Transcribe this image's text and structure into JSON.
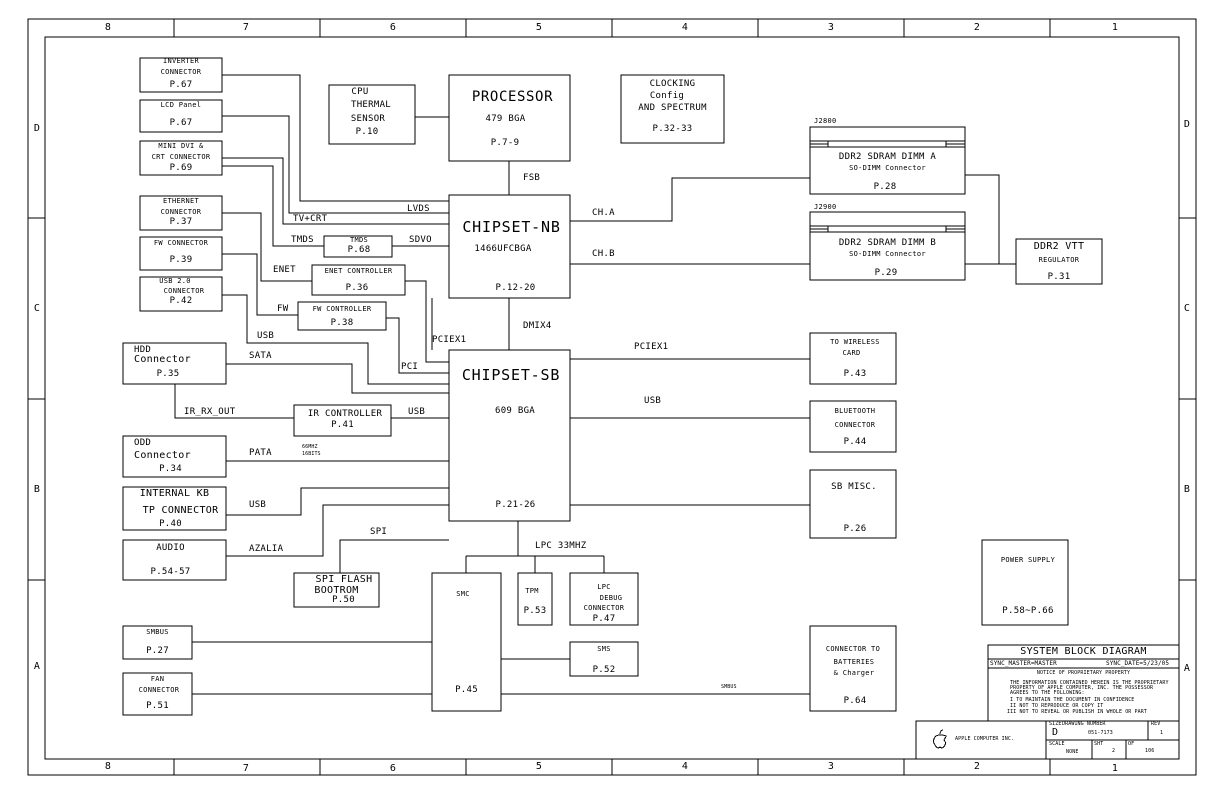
{
  "frame": {
    "cols_top": [
      "8",
      "7",
      "6",
      "5",
      "4",
      "3",
      "2",
      "1"
    ],
    "cols_bottom": [
      "8",
      "7",
      "6",
      "5",
      "4",
      "3",
      "2",
      "1"
    ],
    "rows": [
      "D",
      "C",
      "B",
      "A"
    ]
  },
  "blocks": {
    "inverter": {
      "l1": "INVERTER",
      "l2": "CONNECTOR",
      "page": "P.67"
    },
    "lcd": {
      "l1": "LCD Panel",
      "page": "P.67"
    },
    "minidvi": {
      "l1": "MINI DVI &",
      "l2": "CRT CONNECTOR",
      "page": "P.69"
    },
    "ethernet": {
      "l1": "ETHERNET",
      "l2": "CONNECTOR",
      "page": "P.37"
    },
    "fw": {
      "l1": "FW CONNECTOR",
      "page": "P.39"
    },
    "usb2": {
      "l1": "USB 2.0",
      "l2": "CONNECTOR",
      "page": "P.42"
    },
    "hdd": {
      "l1": "HDD",
      "l2": "Connector",
      "page": "P.35"
    },
    "odd": {
      "l1": "ODD",
      "l2": "Connector",
      "page": "P.34"
    },
    "kb": {
      "l1": "INTERNAL KB",
      "l2": "TP CONNECTOR",
      "page": "P.40"
    },
    "audio": {
      "l1": "AUDIO",
      "page": "P.54-57"
    },
    "smbus": {
      "l1": "SMBUS",
      "page": "P.27"
    },
    "fan": {
      "l1": "FAN",
      "l2": "CONNECTOR",
      "page": "P.51"
    },
    "cpu_thermal": {
      "l1": "CPU",
      "l2": "THERMAL",
      "l3": "SENSOR",
      "page": "P.10"
    },
    "processor": {
      "l1": "PROCESSOR",
      "l2": "479 BGA",
      "page": "P.7-9"
    },
    "clocking": {
      "l1": "CLOCKING",
      "l2": "Config",
      "l3": "AND SPECTRUM",
      "page": "P.32-33"
    },
    "nb": {
      "l1": "CHIPSET-NB",
      "l2": "1466UFCBGA",
      "page": "P.12-20"
    },
    "sb": {
      "l1": "CHIPSET-SB",
      "l2": "609 BGA",
      "page": "P.21-26"
    },
    "tmds": {
      "l1": "TMDS",
      "page": "P.68"
    },
    "enet_ctrl": {
      "l1": "ENET CONTROLLER",
      "page": "P.36"
    },
    "fw_ctrl": {
      "l1": "FW CONTROLLER",
      "page": "P.38"
    },
    "ir_ctrl": {
      "l1": "IR CONTROLLER",
      "page": "P.41"
    },
    "spi_flash": {
      "l1": "SPI FLASH",
      "l2": "BOOTROM",
      "page": "P.50"
    },
    "smc": {
      "l1": "SMC",
      "page": "P.45"
    },
    "tpm": {
      "l1": "TPM",
      "page": "P.53"
    },
    "lpc_debug": {
      "l1": "LPC",
      "l2": "DEBUG",
      "l3": "CONNECTOR",
      "page": "P.47"
    },
    "sms": {
      "l1": "SMS",
      "page": "P.52"
    },
    "dimm_a": {
      "ref": "J2800",
      "l1": "DDR2 SDRAM DIMM A",
      "l2": "SO-DIMM Connector",
      "page": "P.28"
    },
    "dimm_b": {
      "ref": "J2900",
      "l1": "DDR2 SDRAM DIMM B",
      "l2": "SO-DIMM Connector",
      "page": "P.29"
    },
    "vtt": {
      "l1": "DDR2 VTT",
      "l2": "REGULATOR",
      "page": "P.31"
    },
    "wireless": {
      "l1": "TO WIRELESS",
      "l2": "CARD",
      "page": "P.43"
    },
    "bluetooth": {
      "l1": "BLUETOOTH",
      "l2": "CONNECTOR",
      "page": "P.44"
    },
    "sbmisc": {
      "l1": "SB MISC.",
      "page": "P.26"
    },
    "batteries": {
      "l1": "CONNECTOR TO",
      "l2": "BATTERIES",
      "l3": "& Charger",
      "page": "P.64"
    },
    "power": {
      "l1": "POWER SUPPLY",
      "page": "P.58~P.66"
    }
  },
  "signals": {
    "fsb": "FSB",
    "lvds": "LVDS",
    "tvcrt": "TV+CRT",
    "tmds": "TMDS",
    "sdvo": "SDVO",
    "enet": "ENET",
    "fw": "FW",
    "usb_top": "USB",
    "cha": "CH.A",
    "chb": "CH.B",
    "dmi": "DMIX4",
    "pciex1_left": "PCIEX1",
    "pci": "PCI",
    "pciex1_right": "PCIEX1",
    "usb_right": "USB",
    "sata": "SATA",
    "ir_rx": "IR_RX_OUT",
    "usb_ir": "USB",
    "pata": "PATA",
    "pata_note1": "66MHZ",
    "pata_note2": "16BITS",
    "usb_kb": "USB",
    "spi": "SPI",
    "azalia": "AZALIA",
    "lpc": "LPC 33MHZ",
    "smbus": "SMBUS"
  },
  "titleblock": {
    "title": "SYSTEM BLOCK DIAGRAM",
    "sync_master": "SYNC_MASTER=MASTER",
    "sync_date": "SYNC_DATE=5/23/05",
    "notice": "NOTICE OF PROPRIETARY PROPERTY",
    "notice_l1": "THE INFORMATION CONTAINED HEREIN IS THE PROPRIETARY",
    "notice_l2": "PROPERTY OF APPLE COMPUTER, INC. THE POSSESSOR",
    "notice_l3": "AGREES TO THE FOLLOWING:",
    "notice_l4": "I TO MAINTAIN THE DOCUMENT IN CONFIDENCE",
    "notice_l5": "II NOT TO REPRODUCE OR COPY IT",
    "notice_l6": "III NOT TO REVEAL OR PUBLISH IN WHOLE OR PART",
    "company": "APPLE COMPUTER INC.",
    "size_label": "SIZE",
    "drawing_label": "DRAWING NUMBER",
    "rev_label": "REV",
    "size": "D",
    "drawing": "051-7173",
    "rev": "1",
    "scale_label": "SCALE",
    "scale": "NONE",
    "sheet_label": "SHT",
    "sheet": "2",
    "of_label": "OF",
    "of": "106"
  }
}
